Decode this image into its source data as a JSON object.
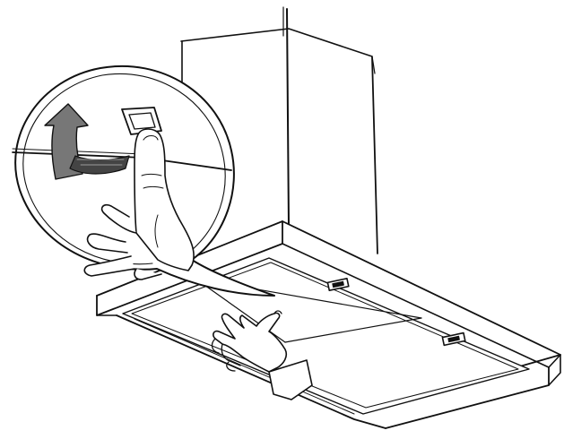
{
  "figure": {
    "kind": "line-drawing",
    "subject": "chimney-hood-filter-removal",
    "colors": {
      "ink": "#111111",
      "fill": "#ffffff",
      "tape": "#444444",
      "arrow": "#777777"
    }
  },
  "parts": {
    "chimney": "hood-chimney",
    "canopy": "hood-canopy",
    "filters": "grease-filters",
    "handles": "filter-handles",
    "magnifier": "detail-magnifier",
    "hand_detail": "finger-pulling-handle",
    "hand_main": "hand-lifting-filter",
    "peel_arrow": "peel-direction-arrow"
  }
}
